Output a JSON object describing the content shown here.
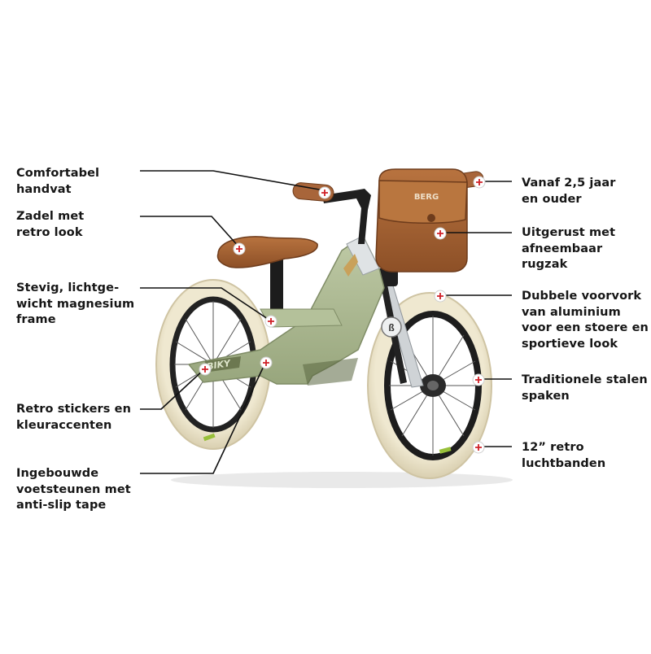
{
  "product": {
    "brand": "BERG",
    "model_mark": "BIKY",
    "frame_color": "#a9b78f",
    "tire_color": "#eee6cc",
    "leather_color": "#a8653a",
    "marker_color": "#cf2027"
  },
  "callouts": [
    {
      "id": "handlebar-grip",
      "text": "Comfortabel\nhandvat",
      "side": "left",
      "marker_icon": "plus-marker-icon"
    },
    {
      "id": "saddle",
      "text": "Zadel met\nretro look",
      "side": "left",
      "marker_icon": "plus-marker-icon"
    },
    {
      "id": "frame",
      "text": "Stevig, lichtge-\nwicht magnesium\nframe",
      "side": "left",
      "marker_icon": "plus-marker-icon"
    },
    {
      "id": "stickers",
      "text": "Retro stickers en\nkleuraccenten",
      "side": "left",
      "marker_icon": "plus-marker-icon"
    },
    {
      "id": "footrests",
      "text": "Ingebouwde\nvoetsteunen met\nanti-slip tape",
      "side": "left",
      "marker_icon": "plus-marker-icon"
    },
    {
      "id": "age",
      "text": "Vanaf 2,5 jaar\nen ouder",
      "side": "right",
      "marker_icon": "plus-marker-icon"
    },
    {
      "id": "backpack",
      "text": "Uitgerust met\nafneembaar\nrugzak",
      "side": "right",
      "marker_icon": "plus-marker-icon"
    },
    {
      "id": "fork",
      "text": "Dubbele voorvork\nvan aluminium\nvoor een stoere en\nsportieve look",
      "side": "right",
      "marker_icon": "plus-marker-icon"
    },
    {
      "id": "spokes",
      "text": "Traditionele stalen\nspaken",
      "side": "right",
      "marker_icon": "plus-marker-icon"
    },
    {
      "id": "tires",
      "text": "12” retro\nluchtbanden",
      "side": "right",
      "marker_icon": "plus-marker-icon"
    }
  ]
}
